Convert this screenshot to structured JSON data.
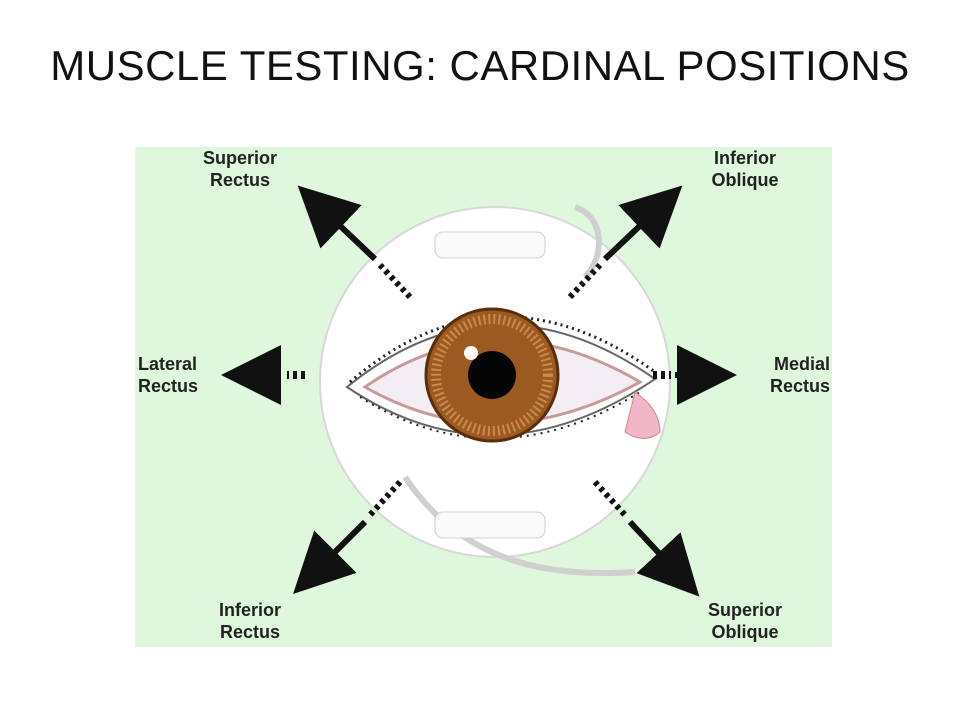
{
  "title": "MUSCLE TESTING: CARDINAL POSITIONS",
  "labels": {
    "superior_rectus": [
      "Superior",
      "Rectus"
    ],
    "inferior_oblique": [
      "Inferior",
      "Oblique"
    ],
    "lateral_rectus": [
      "Lateral",
      "Rectus"
    ],
    "medial_rectus": [
      "Medial",
      "Rectus"
    ],
    "inferior_rectus": [
      "Inferior",
      "Rectus"
    ],
    "superior_oblique": [
      "Superior",
      "Oblique"
    ]
  },
  "colors": {
    "background": "#dff7dc",
    "iris": "#9a5a22",
    "arrow": "#111111",
    "caruncle": "#f3b6c8"
  }
}
